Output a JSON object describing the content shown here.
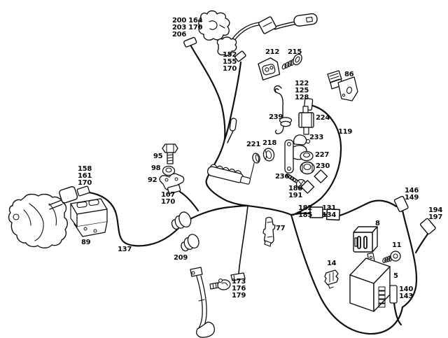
{
  "diagram": {
    "kind": "parts-diagram-wiring-harness",
    "background_color": "#ffffff",
    "line_color": "#111111"
  },
  "callouts": {
    "c200": "200 164\n203 170\n206",
    "c152": "152\n155\n170",
    "c212": "212",
    "c215": "215",
    "c86": "86",
    "c122": "122\n125\n128",
    "c239": "239",
    "c224": "224",
    "c119": "119",
    "c233": "233",
    "c221": "221",
    "c218": "218",
    "c227": "227",
    "c230": "230",
    "c236": "236",
    "c188": "188\n191",
    "c182": "182\n185",
    "c131": "131\n134",
    "c95": "95",
    "c98": "98",
    "c92": "92",
    "c167": "167\n170",
    "c158": "158\n161\n170",
    "c89": "89",
    "c137": "137",
    "c209": "209",
    "c77": "77",
    "c173": "173\n176\n179",
    "c14": "14",
    "c8": "8",
    "c11": "11",
    "c5": "5",
    "c140": "140\n143",
    "c146": "146\n149",
    "c194": "194\n197"
  }
}
